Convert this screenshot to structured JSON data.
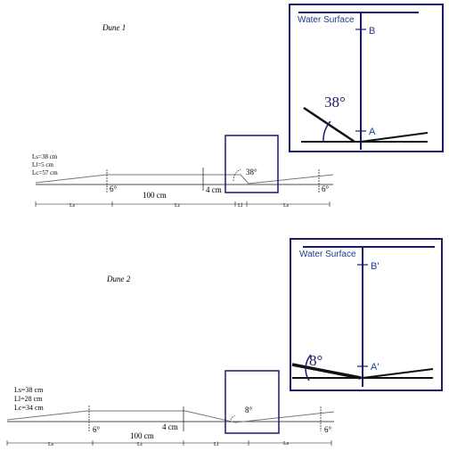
{
  "dune1": {
    "title": "Dune 1",
    "params": [
      "Ls=38 cm",
      "Ll=5 cm",
      "Lc=57 cm"
    ],
    "slope_left": "6°",
    "slope_right": "6°",
    "height": "4 cm",
    "length": "100 cm",
    "lee_angle": "38°",
    "seg_ls_left": "Ls",
    "seg_lc": "Lc",
    "seg_ll": "Ll",
    "seg_ls_right": "Ls",
    "inset": {
      "water_surface": "Water Surface",
      "point_top": "B",
      "point_bottom": "A",
      "angle": "38°"
    }
  },
  "dune2": {
    "title": "Dune 2",
    "params": [
      "Ls=38 cm",
      "Ll=28 cm",
      "Lc=34 cm"
    ],
    "slope_left": "6°",
    "slope_right": "6°",
    "height": "4 cm",
    "length": "100 cm",
    "lee_angle": "8°",
    "seg_ls_left": "Ls",
    "seg_lc": "Lc",
    "seg_ll": "Ll",
    "seg_ls_right": "Ls",
    "inset": {
      "water_surface": "Water Surface",
      "point_top": "B'",
      "point_bottom": "A'",
      "angle": "8°"
    }
  },
  "colors": {
    "inset_border": "#1a1a6e",
    "inset_text": "#1a3a8a",
    "lines": "#111111",
    "profile": "#777777"
  }
}
